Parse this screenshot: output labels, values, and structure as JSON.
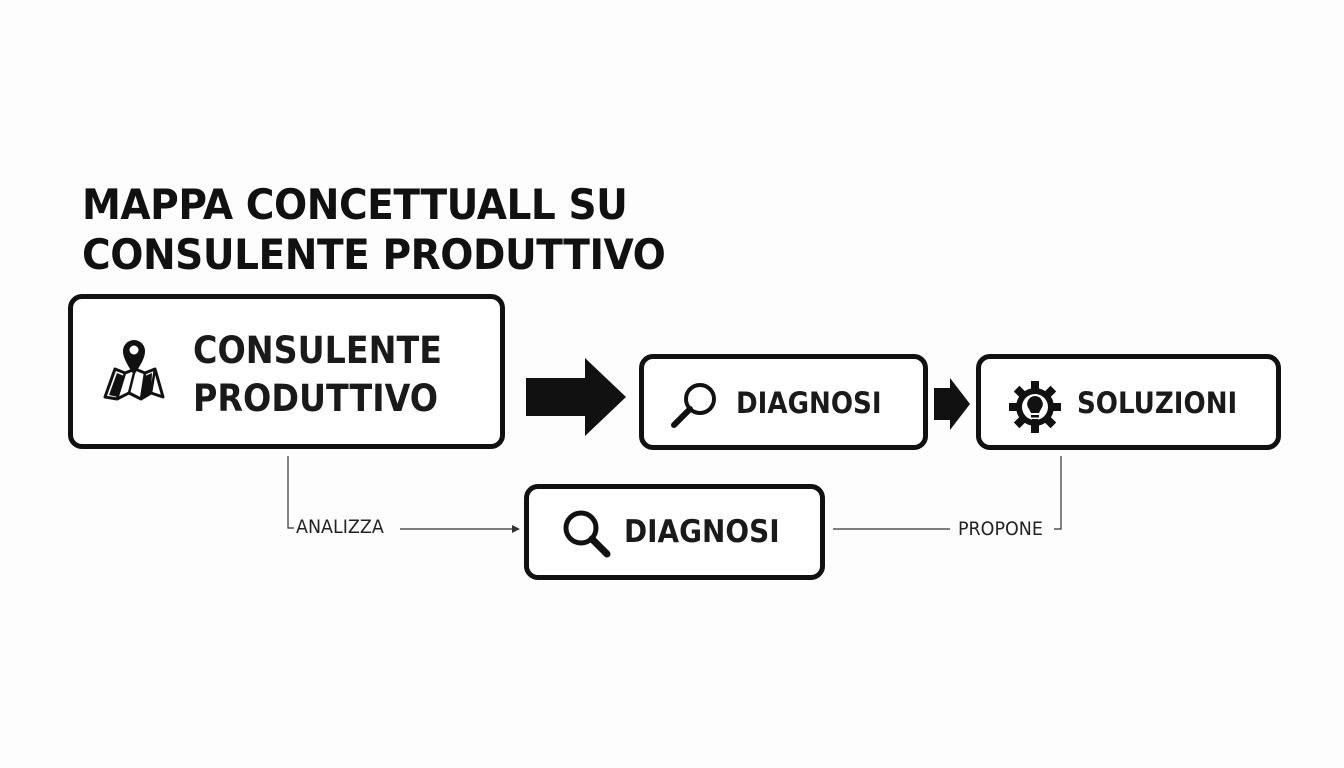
{
  "title": {
    "line1": "MAPPA CONCETTUALL SU",
    "line2": "CONSULENTE PRODUTTIVO"
  },
  "nodes": {
    "main": {
      "line1": "CONSULENTE",
      "line2": "PRODUTTIVO",
      "icon": "map-pin-icon"
    },
    "diagnosi_top": {
      "label": "DIAGNOSI",
      "icon": "magnifier-icon"
    },
    "soluzioni": {
      "label": "SOLUZIONI",
      "icon": "gear-lightbulb-icon"
    },
    "diagnosi_bottom": {
      "label": "DIAGNOSI",
      "icon": "magnifier-icon"
    }
  },
  "edges": {
    "analizza": "ANALIZZA",
    "propone": "PROPONE"
  },
  "colors": {
    "stroke": "#111111",
    "background": "#fdfdfd"
  }
}
